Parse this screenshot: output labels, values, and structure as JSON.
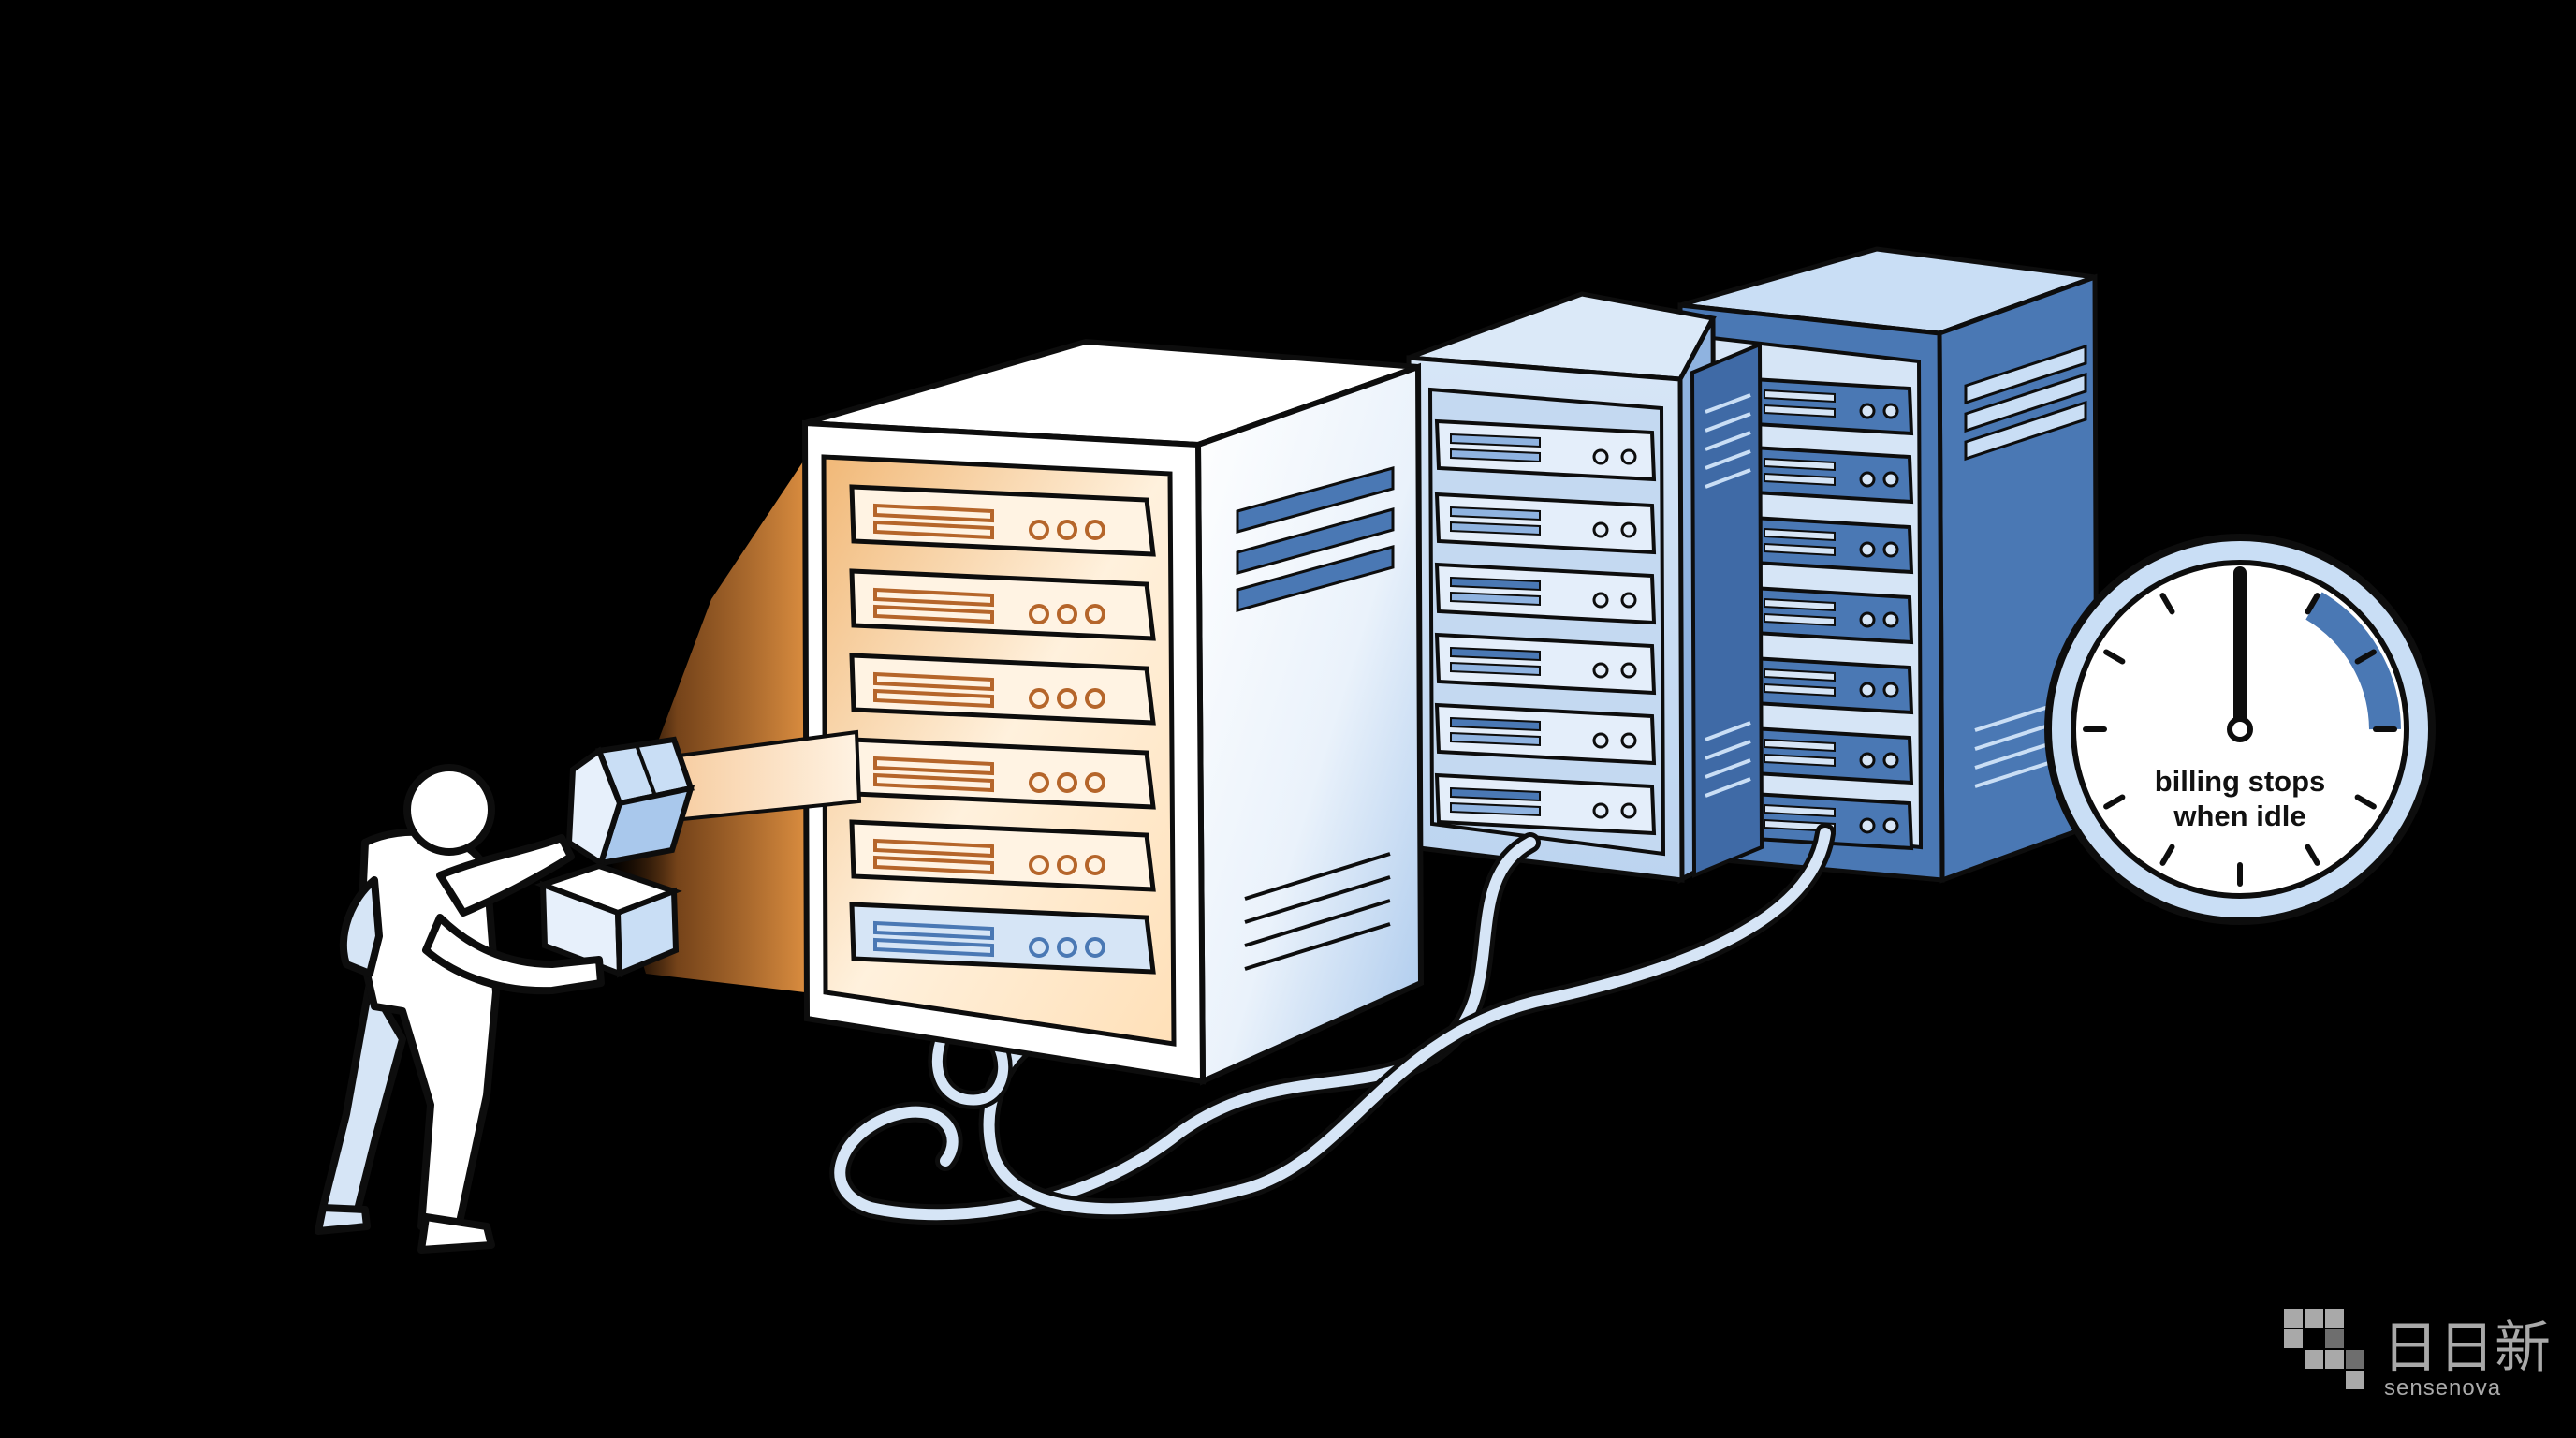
{
  "clock": {
    "caption_line1": "billing stops",
    "caption_line2": "when idle",
    "hand_position": "12 o'clock",
    "highlighted_arc": "between 1 and 3 o'clock"
  },
  "watermark": {
    "logo_text": "日日新",
    "brand_text": "sensenova"
  },
  "colors": {
    "background": "#000000",
    "outline": "#0d0d0d",
    "light_blue": "#c9def5",
    "mid_blue": "#4a78b4",
    "warm_glow": "#d98c3f",
    "white": "#ffffff"
  },
  "icons": [
    "person-icon",
    "package-box-icon",
    "server-rack-icon",
    "network-cable-icon",
    "clock-icon",
    "sensenova-logo-icon"
  ]
}
